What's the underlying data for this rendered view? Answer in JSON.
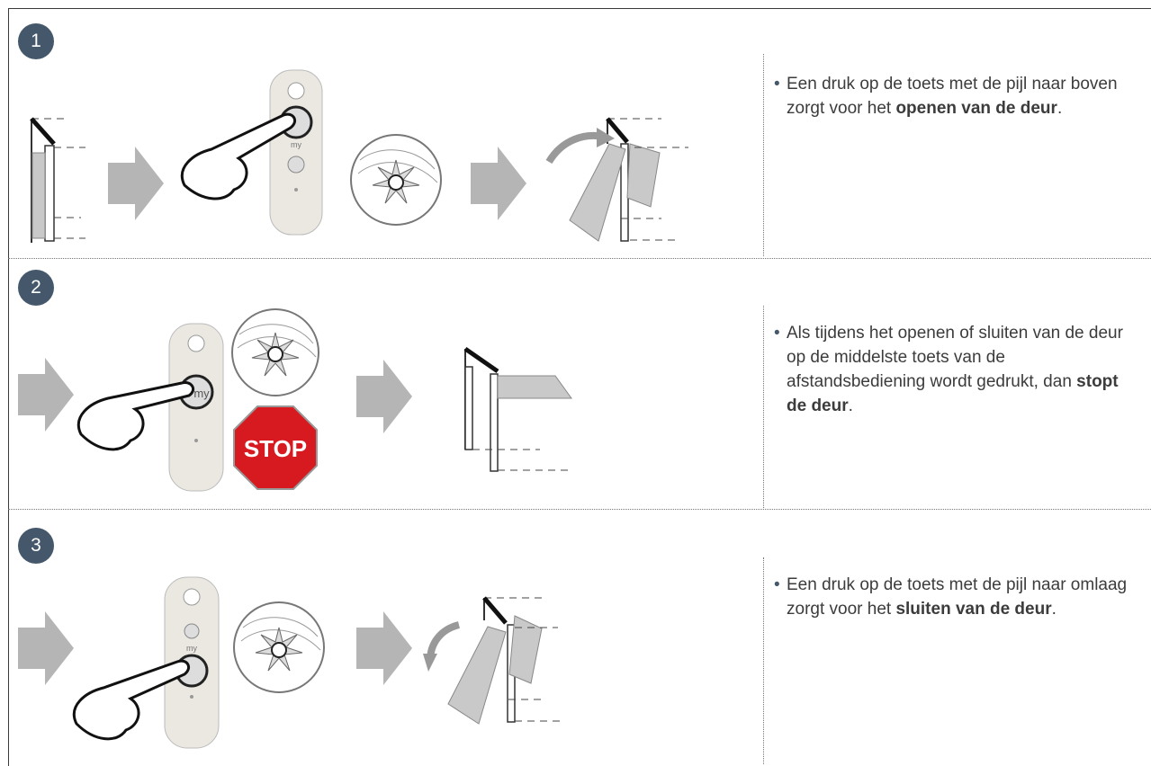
{
  "steps": [
    {
      "number": "1",
      "text_before": "Een druk op de toets met de pijl naar boven zorgt voor het ",
      "text_bold": "openen van de deur",
      "text_after": "."
    },
    {
      "number": "2",
      "text_before": "Als tijdens het openen of sluiten van de deur op de middelste toets van de afstandsbediening wordt gedrukt, dan ",
      "text_bold": "stopt de deur",
      "text_after": "."
    },
    {
      "number": "3",
      "text_before": "Een druk op de toets met de pijl naar omlaag zorgt voor het ",
      "text_bold": "sluiten van de deur",
      "text_after": "."
    }
  ],
  "stop_sign": "STOP",
  "remote_my_label": "my",
  "colors": {
    "badge": "#44576b",
    "arrow": "#b5b5b5",
    "remote": "#ebe8e2",
    "door": "#c9c9c9",
    "stop": "#d71920"
  }
}
